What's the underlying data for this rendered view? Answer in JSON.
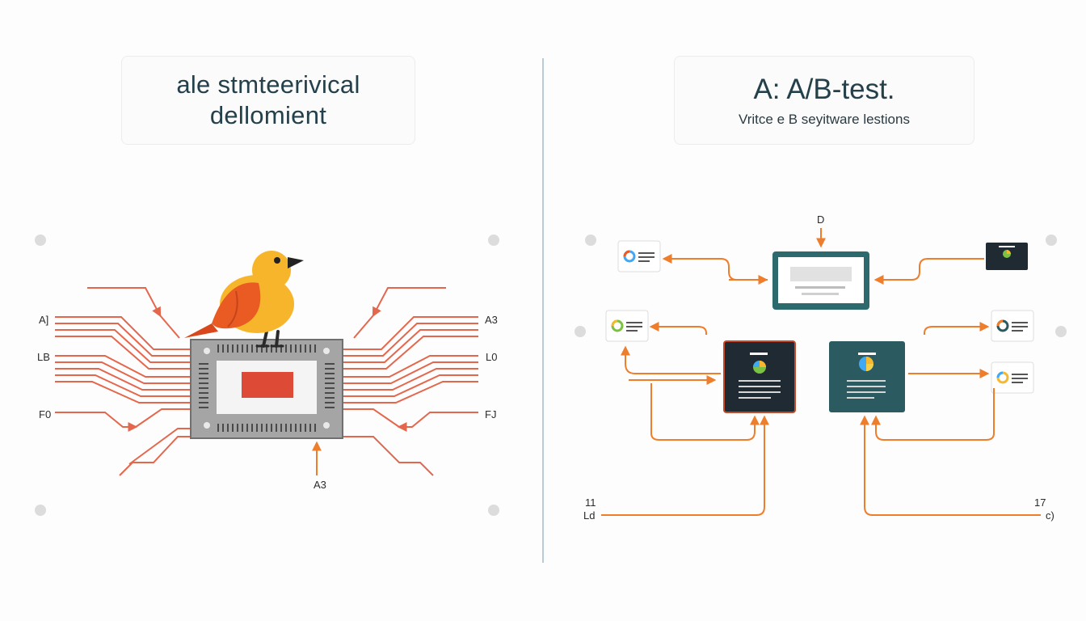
{
  "left_panel": {
    "title_line1": "ale stmteerivical",
    "title_line2": "dellomient",
    "labels": {
      "left_top": "A]",
      "left_mid": "LB",
      "left_bot": "F0",
      "right_top": "A3",
      "right_mid": "L0",
      "right_bot": "FJ",
      "bottom": "A3"
    }
  },
  "right_panel": {
    "title": "A: A/B-test.",
    "subtitle": "Vritce e B seyitware lestions",
    "labels": {
      "top": "D",
      "bottom_left_1": "11",
      "bottom_left_2": "Ld",
      "bottom_right_1": "17",
      "bottom_right_2": "c)"
    }
  },
  "colors": {
    "text_dark": "#24404a",
    "trace": "#e4674d",
    "arrow": "#ee7d2c",
    "chip_body": "#a5a5a5",
    "chip_center": "#dd4a36",
    "bird_body": "#f7b52b",
    "bird_wing": "#e95b22",
    "box_dark": "#1f2a33",
    "box_teal": "#2b5b60",
    "box_border_red": "#c44a2a",
    "dot": "#dcdcdc"
  }
}
